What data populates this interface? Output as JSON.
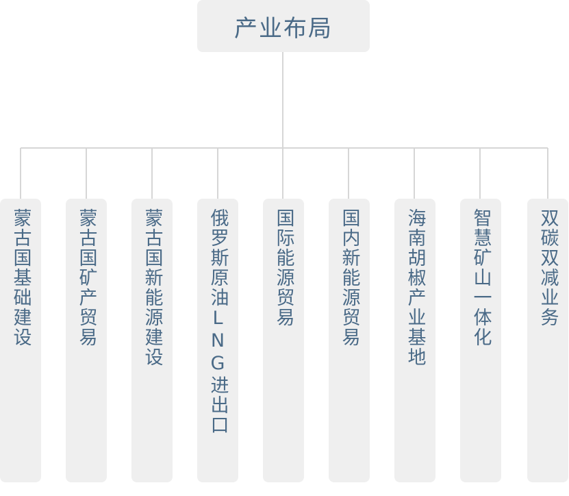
{
  "root": {
    "label": "产业布局"
  },
  "children": [
    {
      "label": "蒙古国基础建设"
    },
    {
      "label": "蒙古国矿产贸易"
    },
    {
      "label": "蒙古国新能源建设"
    },
    {
      "label": "俄罗斯原油LNG进出口"
    },
    {
      "label": "国际能源贸易"
    },
    {
      "label": "国内新能源贸易"
    },
    {
      "label": "海南胡椒产业基地"
    },
    {
      "label": "智慧矿山一体化"
    },
    {
      "label": "双碳双减业务"
    }
  ],
  "colors": {
    "box_fill": "#efefef",
    "text": "#4a6a87",
    "line": "#d6d6d6"
  }
}
